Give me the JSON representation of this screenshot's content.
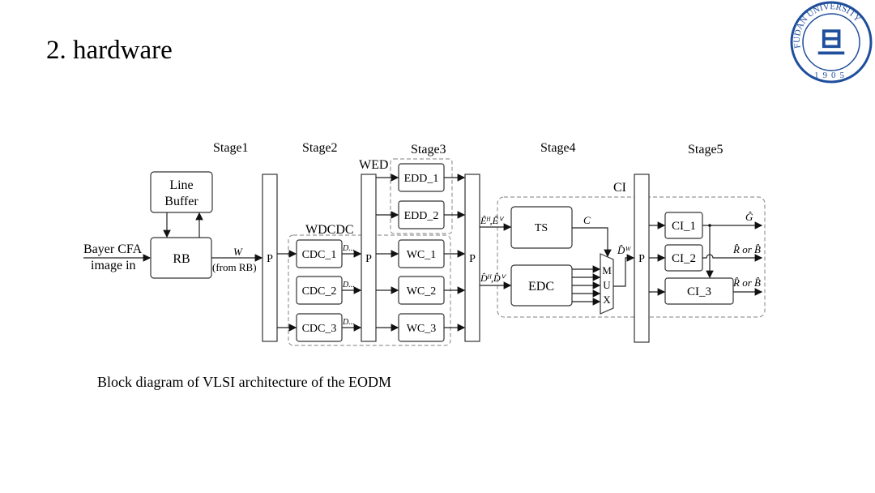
{
  "slide": {
    "title": "2. hardware",
    "caption": "Block diagram of VLSI architecture of the EODM"
  },
  "logo": {
    "text_top": "FUDAN UNIVERSITY",
    "year": "1905",
    "color": "#1f4e9c"
  },
  "diagram": {
    "stages": [
      "Stage1",
      "Stage2",
      "Stage3",
      "Stage4",
      "Stage5"
    ],
    "input_label_1": "Bayer CFA",
    "input_label_2": "image in",
    "line_buffer_1": "Line",
    "line_buffer_2": "Buffer",
    "rb": "RB",
    "w_label": "W",
    "w_from": "(from RB)",
    "pipeline": "P",
    "wdcdc": "WDCDC",
    "wed": "WED",
    "ci": "CI",
    "cdc": [
      "CDC_1",
      "CDC_2",
      "CDC_3"
    ],
    "d_labels": [
      "D...",
      "D...",
      "D..."
    ],
    "edd": [
      "EDD_1",
      "EDD_2"
    ],
    "wc": [
      "WC_1",
      "WC_2",
      "WC_3"
    ],
    "e_label": "Êᴴ,Êⱽ",
    "d_hv_label": "D̂ᴴ,D̂ⱽ",
    "ts": "TS",
    "edc": "EDC",
    "c_label": "C",
    "mux": [
      "M",
      "U",
      "X"
    ],
    "dw_label": "D̂ᵂ",
    "ci_blocks": [
      "CI_1",
      "CI_2",
      "CI_3"
    ],
    "outputs": [
      "Ĝ",
      "R̂ or B̂",
      "R̂ or B̂"
    ]
  }
}
